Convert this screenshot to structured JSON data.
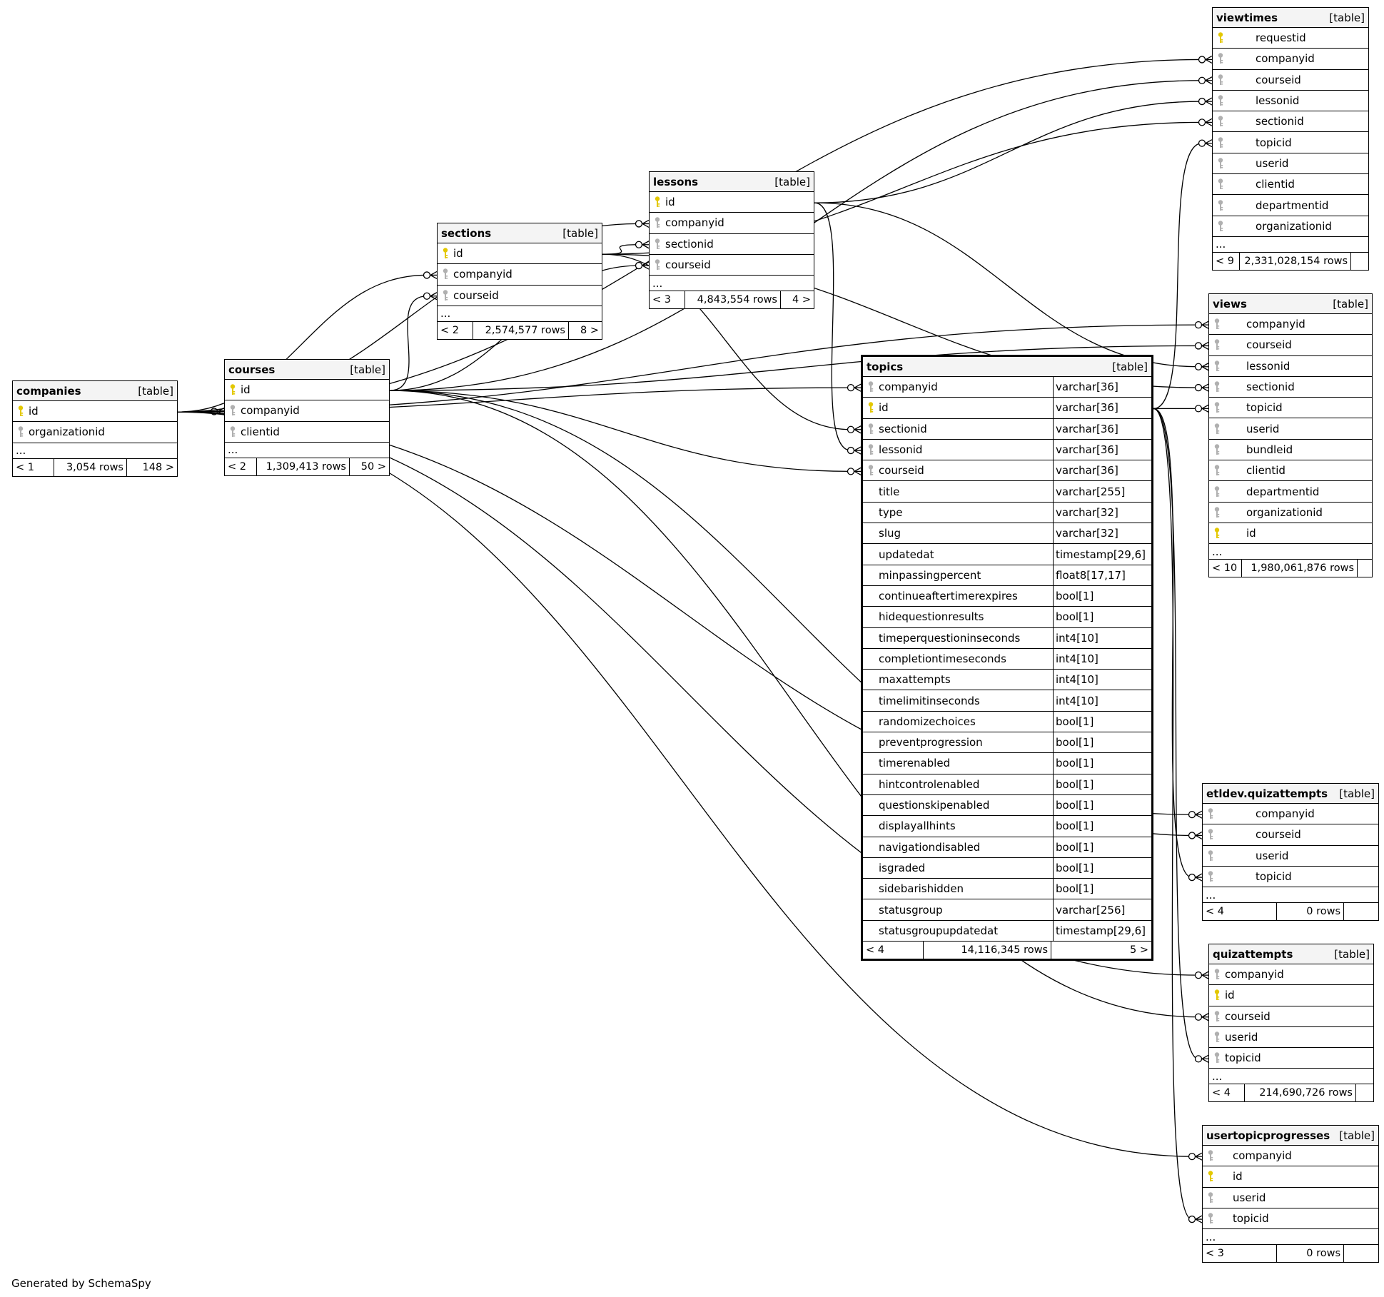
{
  "diagram": {
    "footer_text": "Generated by SchemaSpy",
    "colors": {
      "primary_key": "#e3c800",
      "foreign_key": "#b0b0b0",
      "header_bg": "#f4f4f4"
    },
    "tables": [
      {
        "id": "companies",
        "name": "companies",
        "kind": "[table]",
        "columns": [
          {
            "name": "id",
            "key": "pk"
          },
          {
            "name": "organizationid",
            "key": "fk"
          }
        ],
        "ellipsis": "...",
        "footer": [
          "< 1",
          "3,054 rows",
          "148 >"
        ]
      },
      {
        "id": "courses",
        "name": "courses",
        "kind": "[table]",
        "columns": [
          {
            "name": "id",
            "key": "pk"
          },
          {
            "name": "companyid",
            "key": "fk"
          },
          {
            "name": "clientid",
            "key": "fk"
          }
        ],
        "ellipsis": "...",
        "footer": [
          "< 2",
          "1,309,413 rows",
          "50 >"
        ]
      },
      {
        "id": "sections",
        "name": "sections",
        "kind": "[table]",
        "columns": [
          {
            "name": "id",
            "key": "pk"
          },
          {
            "name": "companyid",
            "key": "fk"
          },
          {
            "name": "courseid",
            "key": "fk"
          }
        ],
        "ellipsis": "...",
        "footer": [
          "< 2",
          "2,574,577 rows",
          "8 >"
        ]
      },
      {
        "id": "lessons",
        "name": "lessons",
        "kind": "[table]",
        "columns": [
          {
            "name": "id",
            "key": "pk"
          },
          {
            "name": "companyid",
            "key": "fk"
          },
          {
            "name": "sectionid",
            "key": "fk"
          },
          {
            "name": "courseid",
            "key": "fk"
          }
        ],
        "ellipsis": "...",
        "footer": [
          "< 3",
          "4,843,554 rows",
          "4 >"
        ]
      },
      {
        "id": "topics",
        "name": "topics",
        "kind": "[table]",
        "columns": [
          {
            "name": "companyid",
            "key": "fk",
            "type": "varchar[36]"
          },
          {
            "name": "id",
            "key": "pk",
            "type": "varchar[36]"
          },
          {
            "name": "sectionid",
            "key": "fk",
            "type": "varchar[36]"
          },
          {
            "name": "lessonid",
            "key": "fk",
            "type": "varchar[36]"
          },
          {
            "name": "courseid",
            "key": "fk",
            "type": "varchar[36]"
          },
          {
            "name": "title",
            "key": "",
            "type": "varchar[255]"
          },
          {
            "name": "type",
            "key": "",
            "type": "varchar[32]"
          },
          {
            "name": "slug",
            "key": "",
            "type": "varchar[32]"
          },
          {
            "name": "updatedat",
            "key": "",
            "type": "timestamp[29,6]"
          },
          {
            "name": "minpassingpercent",
            "key": "",
            "type": "float8[17,17]"
          },
          {
            "name": "continueaftertimerexpires",
            "key": "",
            "type": "bool[1]"
          },
          {
            "name": "hidequestionresults",
            "key": "",
            "type": "bool[1]"
          },
          {
            "name": "timeperquestioninseconds",
            "key": "",
            "type": "int4[10]"
          },
          {
            "name": "completiontimeseconds",
            "key": "",
            "type": "int4[10]"
          },
          {
            "name": "maxattempts",
            "key": "",
            "type": "int4[10]"
          },
          {
            "name": "timelimitinseconds",
            "key": "",
            "type": "int4[10]"
          },
          {
            "name": "randomizechoices",
            "key": "",
            "type": "bool[1]"
          },
          {
            "name": "preventprogression",
            "key": "",
            "type": "bool[1]"
          },
          {
            "name": "timerenabled",
            "key": "",
            "type": "bool[1]"
          },
          {
            "name": "hintcontrolenabled",
            "key": "",
            "type": "bool[1]"
          },
          {
            "name": "questionskipenabled",
            "key": "",
            "type": "bool[1]"
          },
          {
            "name": "displayallhints",
            "key": "",
            "type": "bool[1]"
          },
          {
            "name": "navigationdisabled",
            "key": "",
            "type": "bool[1]"
          },
          {
            "name": "isgraded",
            "key": "",
            "type": "bool[1]"
          },
          {
            "name": "sidebarishidden",
            "key": "",
            "type": "bool[1]"
          },
          {
            "name": "statusgroup",
            "key": "",
            "type": "varchar[256]"
          },
          {
            "name": "statusgroupupdatedat",
            "key": "",
            "type": "timestamp[29,6]"
          }
        ],
        "ellipsis": null,
        "footer": [
          "< 4",
          "14,116,345 rows",
          "5 >"
        ]
      },
      {
        "id": "viewtimes",
        "name": "viewtimes",
        "kind": "[table]",
        "columns": [
          {
            "name": "requestid",
            "key": "pk"
          },
          {
            "name": "companyid",
            "key": "fk"
          },
          {
            "name": "courseid",
            "key": "fk"
          },
          {
            "name": "lessonid",
            "key": "fk"
          },
          {
            "name": "sectionid",
            "key": "fk"
          },
          {
            "name": "topicid",
            "key": "fk"
          },
          {
            "name": "userid",
            "key": "fk"
          },
          {
            "name": "clientid",
            "key": "fk"
          },
          {
            "name": "departmentid",
            "key": "fk"
          },
          {
            "name": "organizationid",
            "key": "fk"
          }
        ],
        "ellipsis": "...",
        "footer": [
          "< 9",
          "2,331,028,154 rows",
          ""
        ]
      },
      {
        "id": "views",
        "name": "views",
        "kind": "[table]",
        "columns": [
          {
            "name": "companyid",
            "key": "fk"
          },
          {
            "name": "courseid",
            "key": "fk"
          },
          {
            "name": "lessonid",
            "key": "fk"
          },
          {
            "name": "sectionid",
            "key": "fk"
          },
          {
            "name": "topicid",
            "key": "fk"
          },
          {
            "name": "userid",
            "key": "fk"
          },
          {
            "name": "bundleid",
            "key": "fk"
          },
          {
            "name": "clientid",
            "key": "fk"
          },
          {
            "name": "departmentid",
            "key": "fk"
          },
          {
            "name": "organizationid",
            "key": "fk"
          },
          {
            "name": "id",
            "key": "pk"
          }
        ],
        "ellipsis": "...",
        "footer": [
          "< 10",
          "1,980,061,876 rows",
          ""
        ]
      },
      {
        "id": "etldev_quizattempts",
        "name": "etldev.quizattempts",
        "kind": "[table]",
        "columns": [
          {
            "name": "companyid",
            "key": "fk"
          },
          {
            "name": "courseid",
            "key": "fk"
          },
          {
            "name": "userid",
            "key": "fk"
          },
          {
            "name": "topicid",
            "key": "fk"
          }
        ],
        "ellipsis": "...",
        "footer": [
          "< 4",
          "0 rows",
          ""
        ]
      },
      {
        "id": "quizattempts",
        "name": "quizattempts",
        "kind": "[table]",
        "columns": [
          {
            "name": "companyid",
            "key": "fk"
          },
          {
            "name": "id",
            "key": "pk"
          },
          {
            "name": "courseid",
            "key": "fk"
          },
          {
            "name": "userid",
            "key": "fk"
          },
          {
            "name": "topicid",
            "key": "fk"
          }
        ],
        "ellipsis": "...",
        "footer": [
          "< 4",
          "214,690,726 rows",
          ""
        ]
      },
      {
        "id": "usertopicprogresses",
        "name": "usertopicprogresses",
        "kind": "[table]",
        "columns": [
          {
            "name": "companyid",
            "key": "fk"
          },
          {
            "name": "id",
            "key": "pk"
          },
          {
            "name": "userid",
            "key": "fk"
          },
          {
            "name": "topicid",
            "key": "fk"
          }
        ],
        "ellipsis": "...",
        "footer": [
          "< 3",
          "0 rows",
          ""
        ]
      }
    ],
    "relations": [
      [
        "companies.id",
        "courses.companyid"
      ],
      [
        "companies.id",
        "sections.companyid"
      ],
      [
        "companies.id",
        "lessons.companyid"
      ],
      [
        "companies.id",
        "topics.companyid"
      ],
      [
        "companies.id",
        "viewtimes.companyid"
      ],
      [
        "companies.id",
        "views.companyid"
      ],
      [
        "companies.id",
        "etldev_quizattempts.companyid"
      ],
      [
        "companies.id",
        "quizattempts.companyid"
      ],
      [
        "companies.id",
        "usertopicprogresses.companyid"
      ],
      [
        "courses.id",
        "sections.courseid"
      ],
      [
        "courses.id",
        "lessons.courseid"
      ],
      [
        "courses.id",
        "topics.courseid"
      ],
      [
        "courses.id",
        "viewtimes.courseid"
      ],
      [
        "courses.id",
        "views.courseid"
      ],
      [
        "courses.id",
        "etldev_quizattempts.courseid"
      ],
      [
        "courses.id",
        "quizattempts.courseid"
      ],
      [
        "sections.id",
        "lessons.sectionid"
      ],
      [
        "sections.id",
        "topics.sectionid"
      ],
      [
        "sections.id",
        "viewtimes.sectionid"
      ],
      [
        "sections.id",
        "views.sectionid"
      ],
      [
        "lessons.id",
        "topics.lessonid"
      ],
      [
        "lessons.id",
        "viewtimes.lessonid"
      ],
      [
        "lessons.id",
        "views.lessonid"
      ],
      [
        "topics.id",
        "viewtimes.topicid"
      ],
      [
        "topics.id",
        "views.topicid"
      ],
      [
        "topics.id",
        "etldev_quizattempts.topicid"
      ],
      [
        "topics.id",
        "quizattempts.topicid"
      ],
      [
        "topics.id",
        "usertopicprogresses.topicid"
      ]
    ]
  }
}
